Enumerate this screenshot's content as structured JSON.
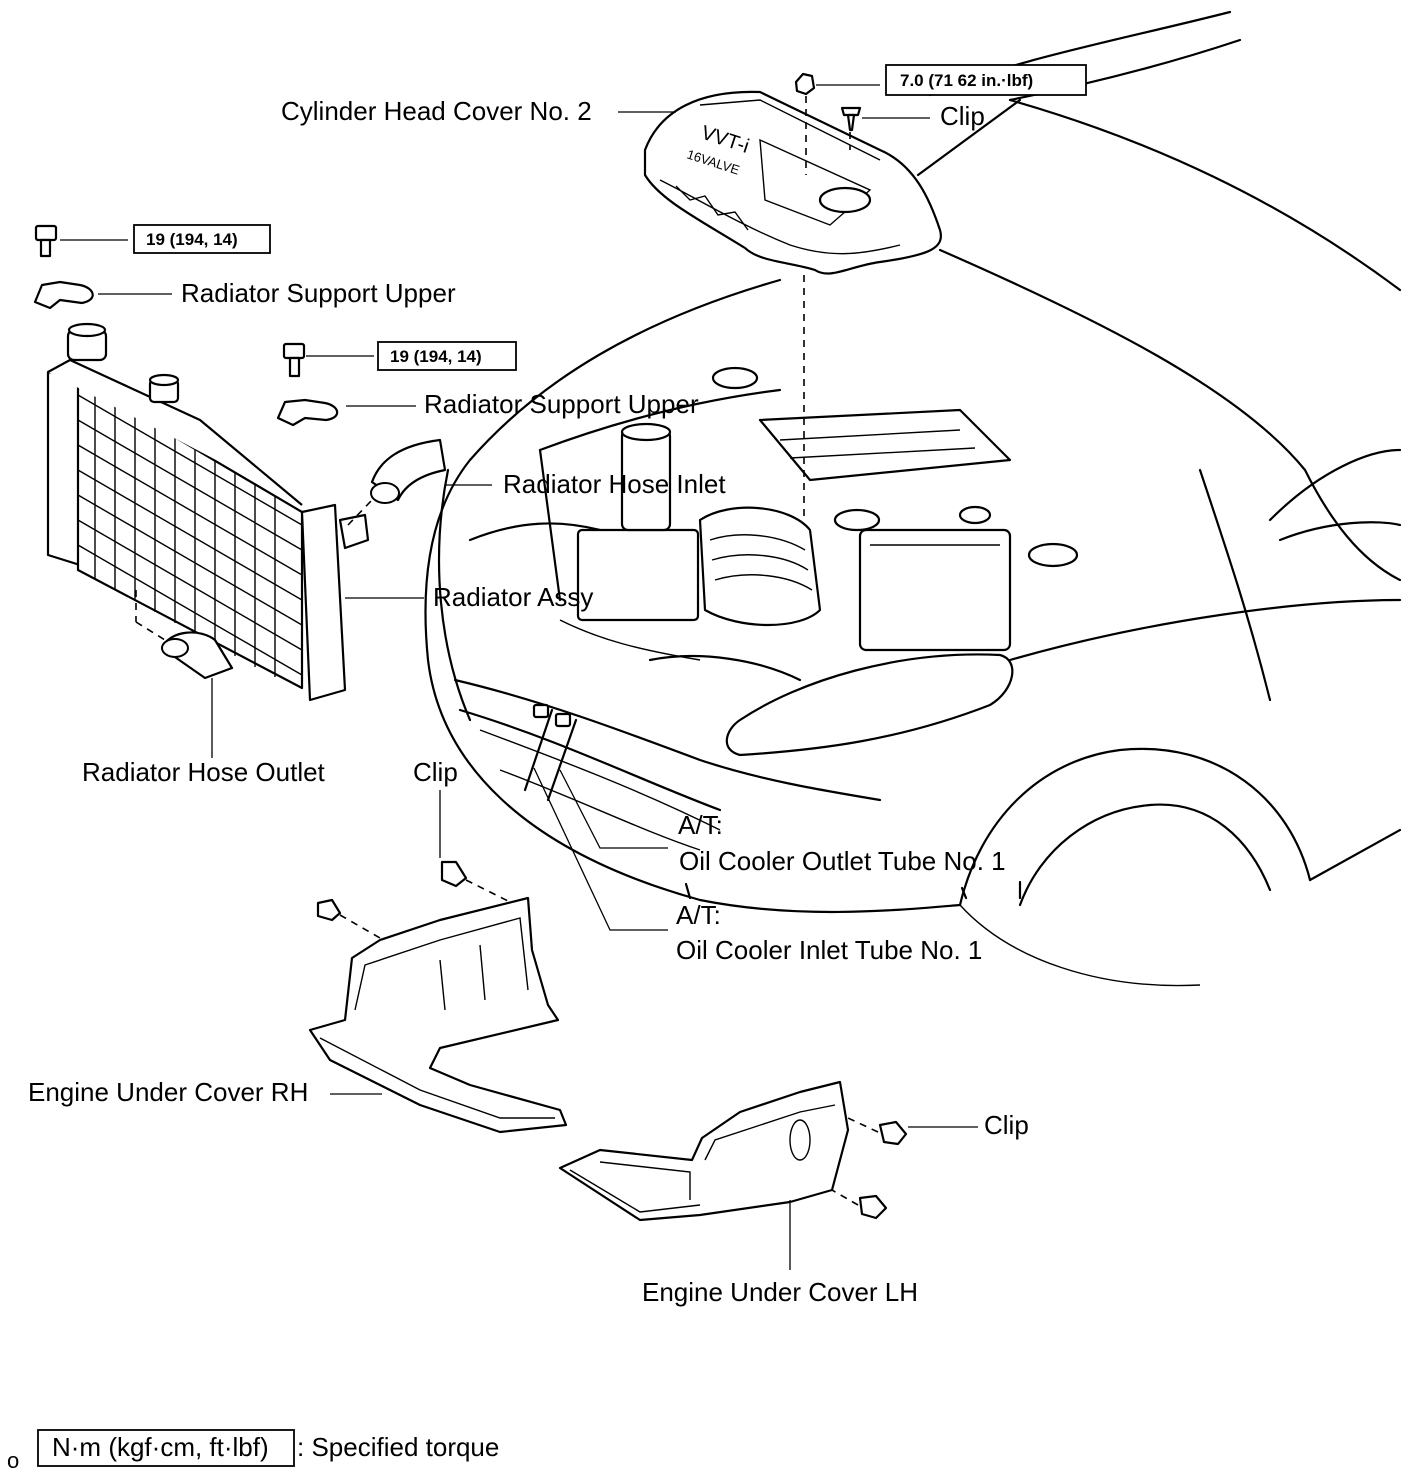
{
  "labels": {
    "cylinder_head_cover": "Cylinder Head Cover No. 2",
    "clip_top": "Clip",
    "radiator_support_upper_1": "Radiator Support Upper",
    "radiator_support_upper_2": "Radiator Support Upper",
    "radiator_hose_inlet": "Radiator Hose Inlet",
    "radiator_assy": "Radiator Assy",
    "radiator_hose_outlet": "Radiator Hose Outlet",
    "clip_mid": "Clip",
    "at_1": "A/T:",
    "oil_cooler_outlet": "Oil Cooler Outlet Tube No. 1",
    "at_2": "A/T:",
    "oil_cooler_inlet": "Oil Cooler Inlet Tube No. 1",
    "engine_under_cover_rh": "Engine Under Cover RH",
    "clip_right": "Clip",
    "engine_under_cover_lh": "Engine Under Cover LH",
    "cover_marking_1": "VVT-i",
    "cover_marking_2": "16VALVE"
  },
  "torques": {
    "cover_bolt": "7.0 (71 62 in.·lbf)",
    "support_bolt_1": "19 (194, 14)",
    "support_bolt_2": "19 (194, 14)"
  },
  "legend": {
    "box_text": "N·m (kgf·cm, ft·lbf)",
    "description": ": Specified torque",
    "corner_mark": "o"
  }
}
